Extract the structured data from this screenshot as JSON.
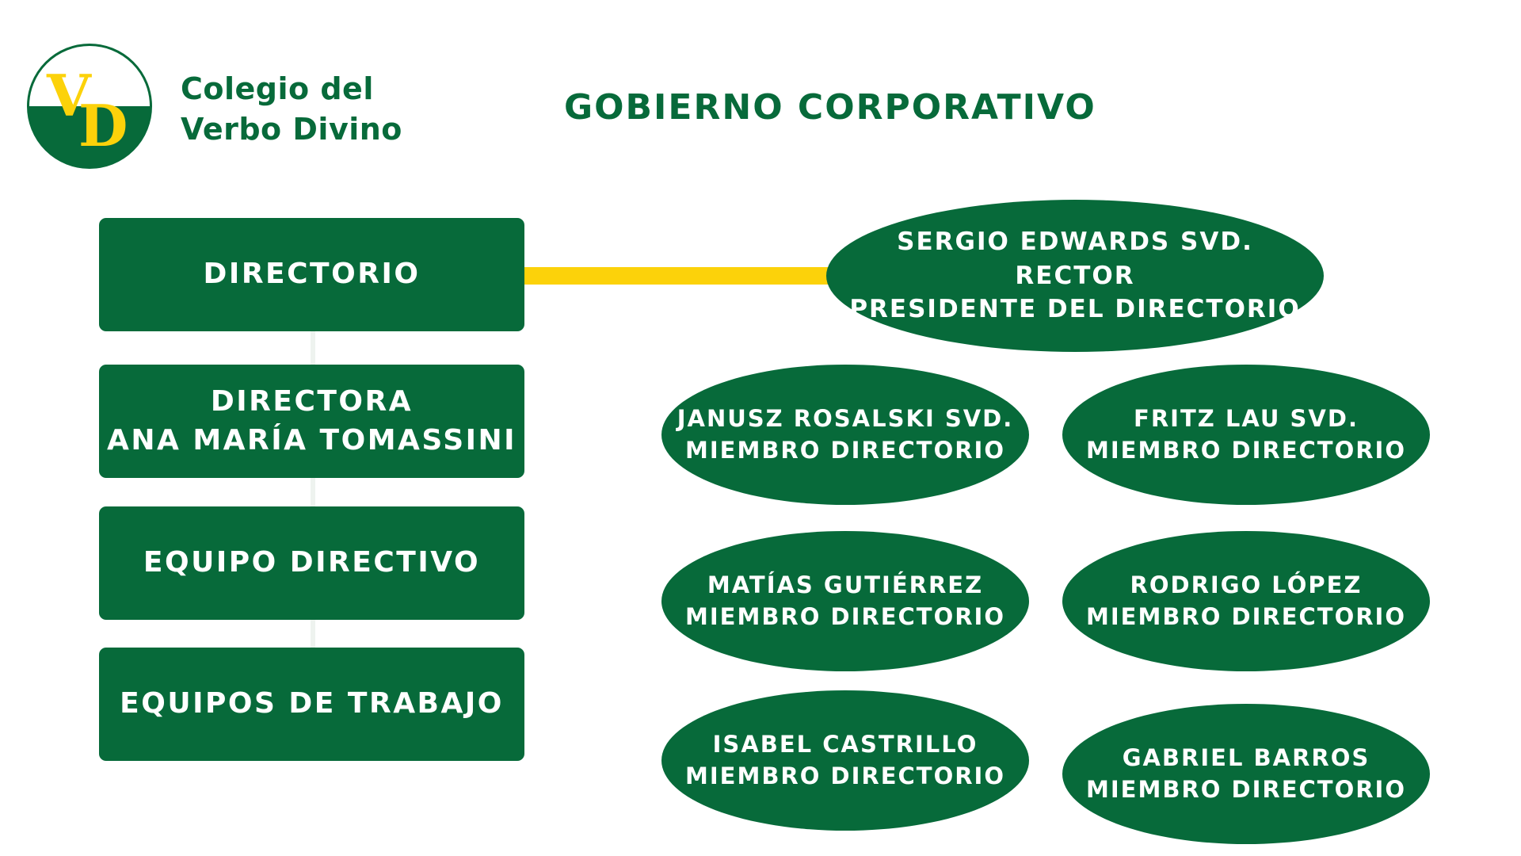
{
  "logo": {
    "letters": "VD",
    "colors": {
      "green": "#076a3a",
      "yellow": "#fcd20a"
    }
  },
  "school": {
    "line1": "Colegio del",
    "line2": "Verbo Divino"
  },
  "title": "GOBIERNO CORPORATIVO",
  "left_column": [
    {
      "lines": [
        "DIRECTORIO"
      ]
    },
    {
      "lines": [
        "DIRECTORA",
        "ANA MARÍA TOMASSINI"
      ]
    },
    {
      "lines": [
        "EQUIPO DIRECTIVO"
      ]
    },
    {
      "lines": [
        "EQUIPOS DE TRABAJO"
      ]
    }
  ],
  "president": {
    "name": "SERGIO EDWARDS SVD.",
    "role1": "RECTOR",
    "role2": "PRESIDENTE DEL DIRECTORIO"
  },
  "members": [
    {
      "name": "JANUSZ ROSALSKI SVD.",
      "role": "MIEMBRO DIRECTORIO"
    },
    {
      "name": "FRITZ LAU SVD.",
      "role": "MIEMBRO DIRECTORIO"
    },
    {
      "name": "MATÍAS GUTIÉRREZ",
      "role": "MIEMBRO DIRECTORIO"
    },
    {
      "name": "RODRIGO LÓPEZ",
      "role": "MIEMBRO DIRECTORIO"
    },
    {
      "name": "ISABEL CASTRILLO",
      "role": "MIEMBRO DIRECTORIO"
    },
    {
      "name": "GABRIEL BARROS",
      "role": "MIEMBRO DIRECTORIO"
    }
  ],
  "colors": {
    "primary_green": "#076a3a",
    "connector_yellow": "#fcd20a",
    "text_on_green": "#ffffff"
  }
}
